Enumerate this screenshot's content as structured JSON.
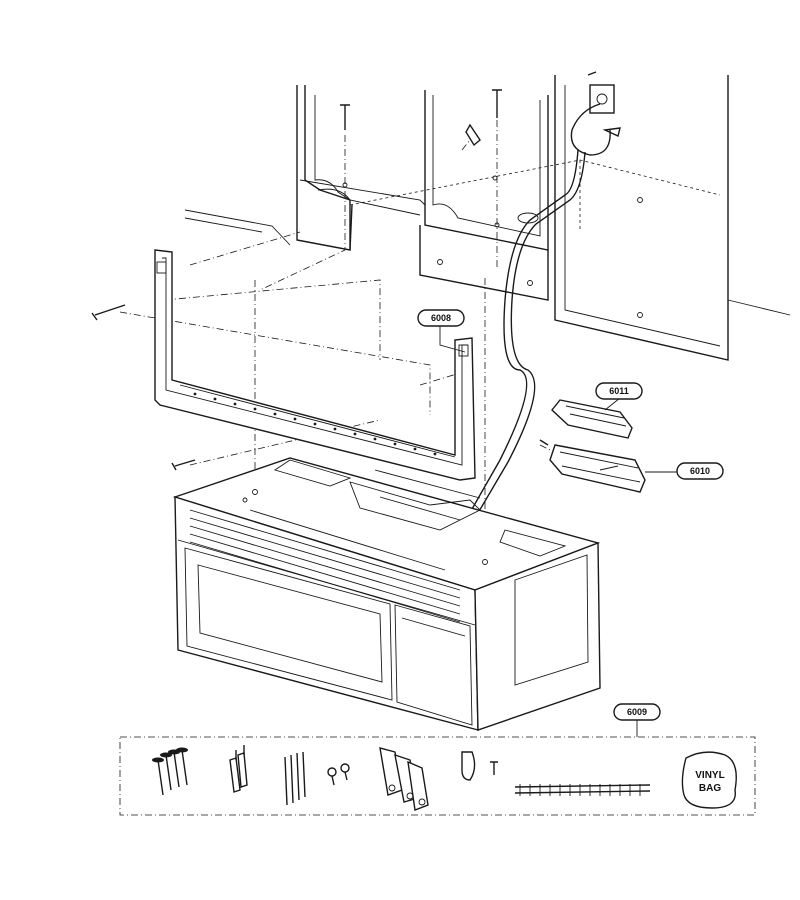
{
  "callouts": {
    "bracket": "6008",
    "hardware_kit": "6009",
    "duct_adapter": "6010",
    "damper": "6011"
  },
  "vinyl_bag": {
    "line1": "VINYL",
    "line2": "BAG"
  }
}
